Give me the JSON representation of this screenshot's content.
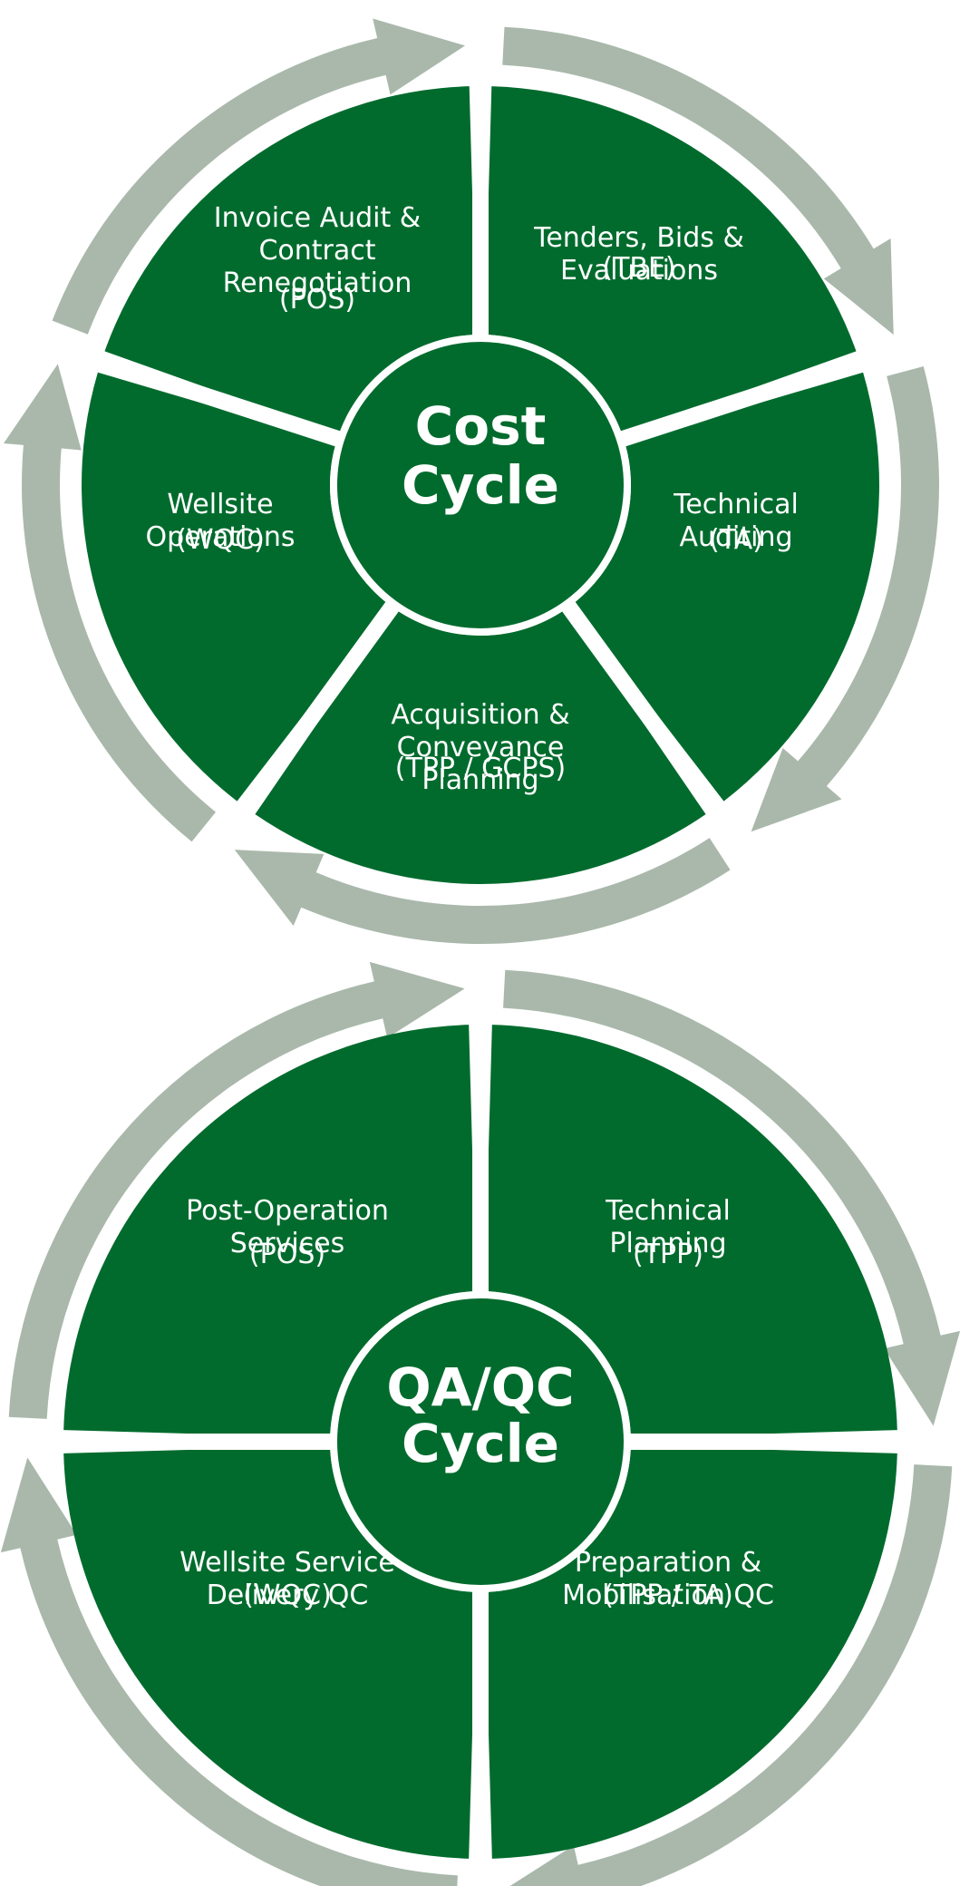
{
  "colors": {
    "segment": "#016b2d",
    "arrow": "#a9b8ab",
    "background": "#ffffff",
    "text": "#ffffff"
  },
  "cost_cycle": {
    "center": [
      "Cost",
      "Cycle"
    ],
    "segments": [
      {
        "lines": [
          "Tenders, Bids &",
          "Evaluations"
        ],
        "code": "(TBE)"
      },
      {
        "lines": [
          "Technical",
          "Auditing"
        ],
        "code": "(TA)"
      },
      {
        "lines": [
          "Acquisition &",
          "Conveyance",
          "Planning"
        ],
        "code": "(TPP / GCPS)"
      },
      {
        "lines": [
          "Wellsite",
          "Operations"
        ],
        "code": "(WQC)"
      },
      {
        "lines": [
          "Invoice Audit &",
          "Contract",
          "Renegotiation"
        ],
        "code": "(POS)"
      }
    ]
  },
  "qaqc_cycle": {
    "center": [
      "QA/QC",
      "Cycle"
    ],
    "segments": [
      {
        "lines": [
          "Technical",
          "Planning"
        ],
        "code": "(TPP)"
      },
      {
        "lines": [
          "Preparation &",
          "Mobilisation QC"
        ],
        "code": "(TPP / TA)"
      },
      {
        "lines": [
          "Wellsite Service",
          "Delivery QC"
        ],
        "code": "(WQC)"
      },
      {
        "lines": [
          "Post-Operation",
          "Services"
        ],
        "code": "(POS)"
      }
    ]
  }
}
